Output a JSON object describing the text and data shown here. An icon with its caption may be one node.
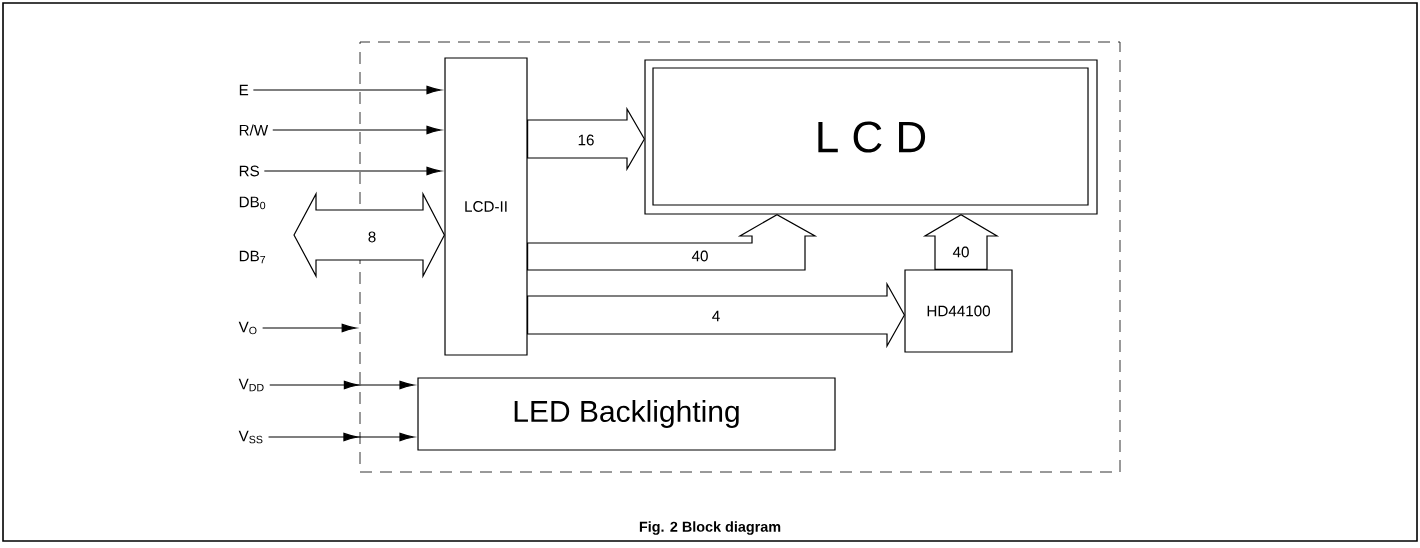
{
  "diagram": {
    "caption": "Fig. 2 Block diagram",
    "nodes": [
      {
        "text": [],
        "shape": "box"
      },
      {
        "text": [
          "LCD-II"
        ],
        "in": 0
      },
      {
        "text": [
          "L C D"
        ],
        "in": 0
      },
      {
        "text": [
          "HD44100"
        ],
        "in": 0
      },
      {
        "text": [
          "LED Backlighting"
        ],
        "in": 0
      },
      {
        "text": [
          "E"
        ]
      },
      {
        "text": [
          "R/W"
        ]
      },
      {
        "text": [
          "RS"
        ]
      },
      {
        "text": [
          "V$_{O}$"
        ]
      },
      {
        "text": [
          "V$_{DD}$"
        ]
      },
      {
        "text": [
          "V$_{SS}$"
        ]
      }
    ],
    "edges": [
      {
        "from": 5,
        "to": 1,
        "arrow": "to"
      },
      {
        "from": 6,
        "to": 1,
        "arrow": "to"
      },
      {
        "from": 7,
        "to": 1,
        "arrow": "to"
      },
      {
        "from": null,
        "to": 1,
        "arrow": "both",
        "label": "8",
        "style": "thick"
      },
      {
        "from": 8,
        "to": 0,
        "arrow": "to"
      },
      {
        "from": 9,
        "to": 4,
        "arrow": "to"
      },
      {
        "from": 10,
        "to": 4,
        "arrow": "to"
      },
      {
        "from": 1,
        "to": 2,
        "arrow": "to",
        "label": "16",
        "style": "thick"
      },
      {
        "from": 1,
        "to": 2,
        "arrow": "to",
        "label": "40",
        "style": "thick"
      },
      {
        "from": 1,
        "to": 3,
        "arrow": "to",
        "label": "4",
        "style": "thick"
      },
      {
        "from": 3,
        "to": 2,
        "arrow": "to",
        "label": "40",
        "style": "thick"
      }
    ],
    "labels": [
      "DB$_{0}$",
      "DB$_{7}$"
    ]
  }
}
